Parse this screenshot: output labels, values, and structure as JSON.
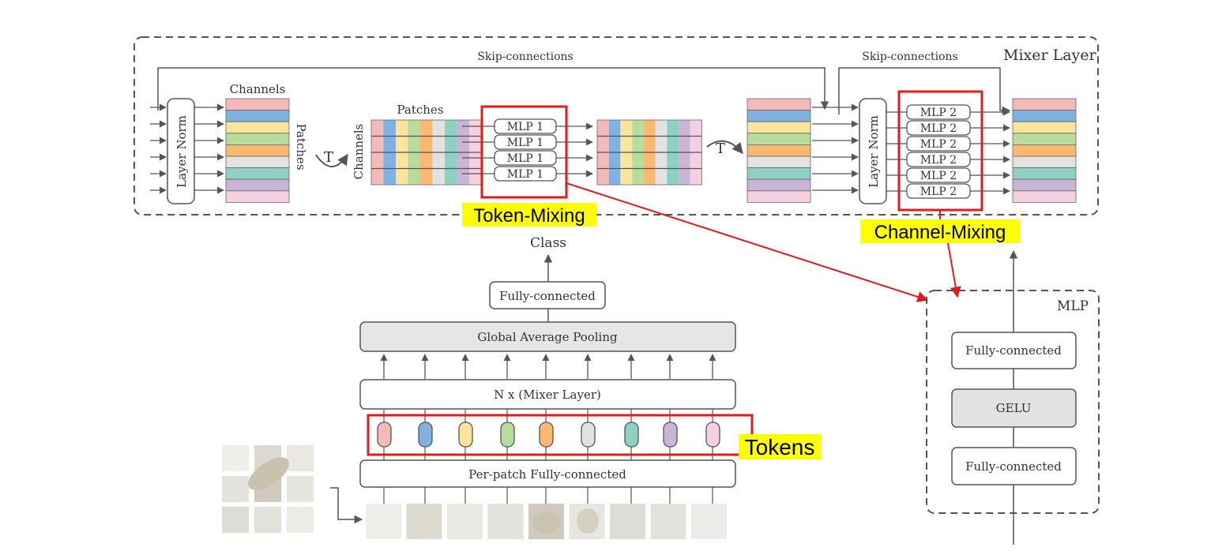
{
  "mixer_layer": {
    "title": "Mixer Layer",
    "skip_label_1": "Skip-connections",
    "skip_label_2": "Skip-connections",
    "channels_label": "Channels",
    "patches_label_vertical": "Patches",
    "patches_label": "Patches",
    "channels_label_vertical": "Channels",
    "layer_norm_label": "Layer Norm",
    "transpose_label": "T",
    "mlp1_label": "MLP 1",
    "mlp2_label": "MLP 2"
  },
  "annotations": {
    "token_mixing": "Token-Mixing",
    "channel_mixing": "Channel-Mixing",
    "tokens": "Tokens",
    "highlight_color": "#ffff00",
    "box_color": "#e41a1c"
  },
  "main": {
    "class_label": "Class",
    "fc_label": "Fully-connected",
    "gap_label": "Global Average Pooling",
    "nx_label": "N x (Mixer Layer)",
    "per_patch_label": "Per-patch Fully-connected"
  },
  "mlp_block": {
    "title": "MLP",
    "fc_top": "Fully-connected",
    "gelu": "GELU",
    "fc_bottom": "Fully-connected"
  },
  "palette": [
    "#f6b9b9",
    "#7fb2e0",
    "#fbe49c",
    "#b8dc9c",
    "#fbb870",
    "#e2e2e2",
    "#8ed1c2",
    "#c9b6d6",
    "#f6cfe0"
  ]
}
